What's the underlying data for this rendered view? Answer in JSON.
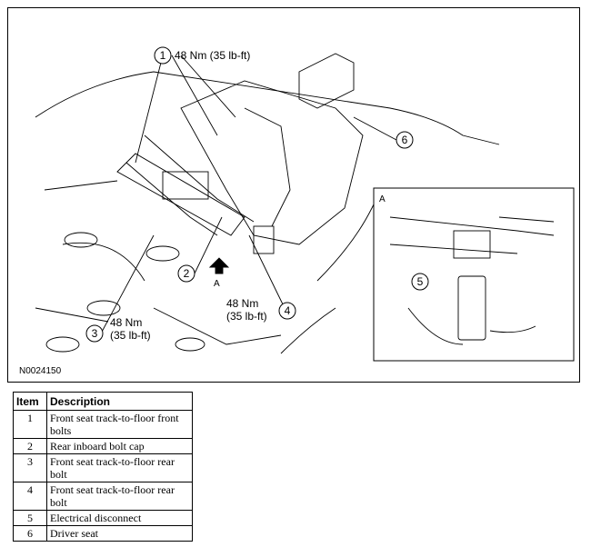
{
  "figure": {
    "id": "N0024150",
    "callouts": {
      "c1": {
        "num": "1",
        "torque": "48 Nm (35 lb-ft)"
      },
      "c2": {
        "num": "2"
      },
      "c3": {
        "num": "3",
        "torque_line1": "48 Nm",
        "torque_line2": "(35 lb-ft)"
      },
      "c4": {
        "num": "4",
        "torque_line1": "48 Nm",
        "torque_line2": "(35 lb-ft)"
      },
      "c5": {
        "num": "5"
      },
      "c6": {
        "num": "6"
      }
    },
    "view_label": "A",
    "inset_label": "A"
  },
  "legend": {
    "headers": {
      "item": "Item",
      "description": "Description"
    },
    "rows": [
      {
        "item": "1",
        "description": "Front seat track-to-floor front bolts"
      },
      {
        "item": "2",
        "description": "Rear inboard bolt cap"
      },
      {
        "item": "3",
        "description": "Front seat track-to-floor rear bolt"
      },
      {
        "item": "4",
        "description": "Front seat track-to-floor rear bolt"
      },
      {
        "item": "5",
        "description": "Electrical disconnect"
      },
      {
        "item": "6",
        "description": "Driver seat"
      }
    ]
  }
}
